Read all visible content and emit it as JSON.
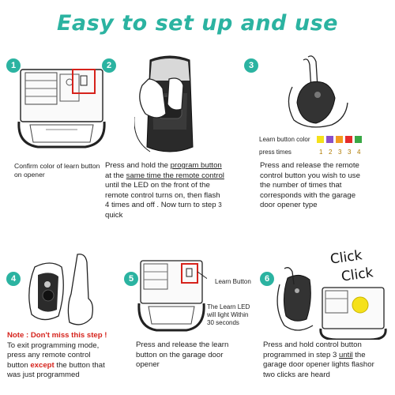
{
  "title": "Easy to set up and use",
  "steps": [
    {
      "num": "1",
      "text": "Confirm color of learn button on opener"
    },
    {
      "num": "2",
      "t1": "Press and hold the ",
      "t1u": "program button",
      "t2": "at the ",
      "t2u": "same time the remote control",
      "t3": "until the LED on  the front of the",
      "t4": "remote control turns on, then  flash",
      "t5": "4 times and off . Now turn to step ",
      "t5s": "3",
      "t6": "quick"
    },
    {
      "num": "3",
      "l1": "Press and release the remote",
      "l2": "control button  you wish to use",
      "l3": "the number of times that",
      "l4": "corresponds with the garage",
      "l5": "door opener type"
    },
    {
      "num": "4",
      "note": "Note : Don't miss this step !",
      "l1": "To exit programming mode,",
      "l2": "press any remote  control",
      "l3a": "button ",
      "l3b": "except",
      "l3c": " the button that",
      "l4": "was just  programmed"
    },
    {
      "num": "5",
      "l1": "Press and release the learn",
      "l2": "button on the garage door",
      "l3": "opener",
      "callout": "Learn Button",
      "note1": "The Learn LED",
      "note2": "will light Within",
      "note3": "30 seconds"
    },
    {
      "num": "6",
      "l1": "Press and  hold control  button",
      "l2a": "programmed in step 3 ",
      "l2b": "until",
      "l2c": " the",
      "l3": "garage door opener lights flashor",
      "l4": "two clicks are heard",
      "click1": "Click",
      "click2": "Click"
    }
  ],
  "legend": {
    "color_label": "Learn button color",
    "press_label": "press times",
    "colors": [
      "#f5e11a",
      "#8a4fc8",
      "#f39c1e",
      "#e52b2b",
      "#3aa845"
    ],
    "times": [
      "1",
      "2",
      "3",
      "3",
      "4"
    ]
  }
}
